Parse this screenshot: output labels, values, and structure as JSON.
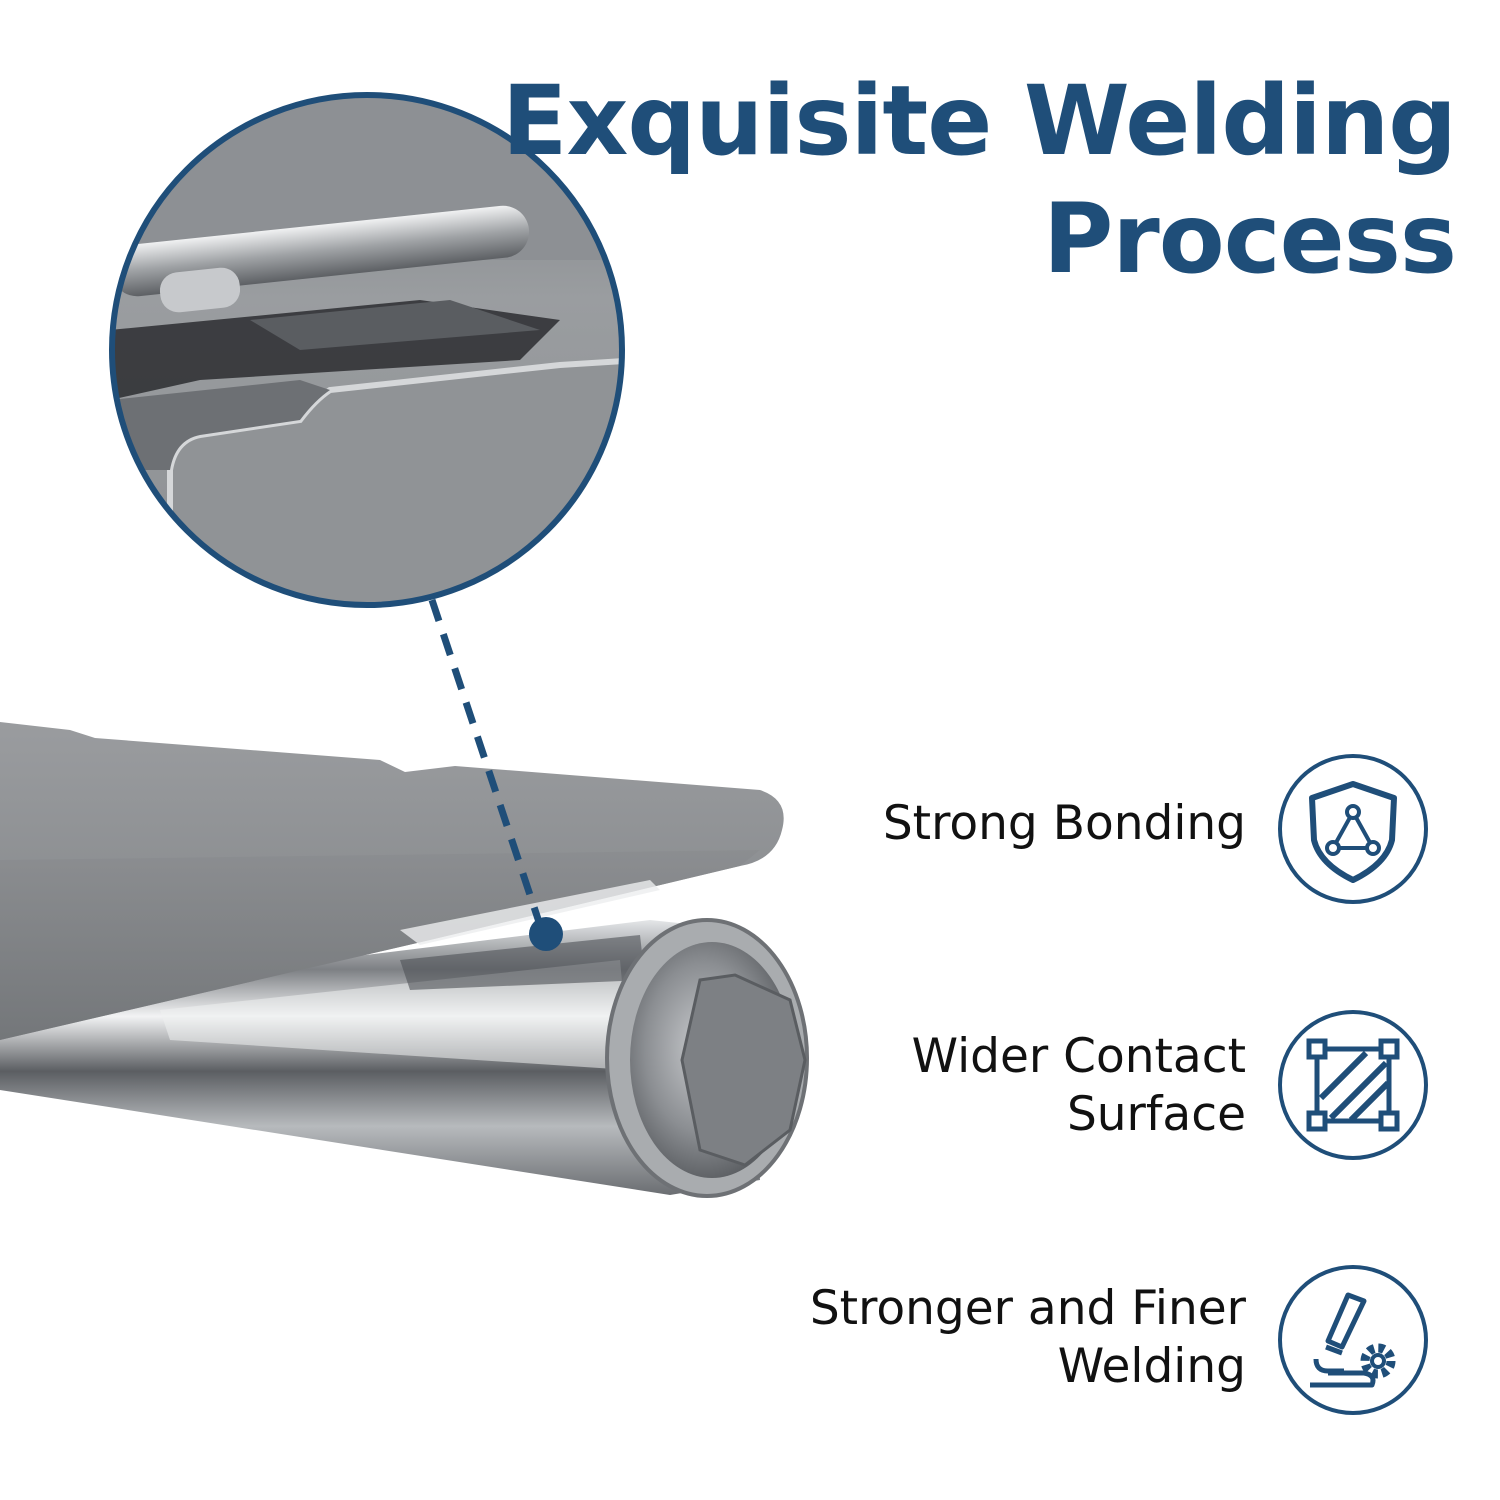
{
  "title": {
    "line1": "Exquisite Welding",
    "line2": "Process"
  },
  "colors": {
    "accent": "#1f4e79",
    "text": "#111111",
    "metal": "#8a8d90"
  },
  "features": [
    {
      "lines": [
        "Strong Bonding"
      ],
      "icon": "shield-triangle-icon"
    },
    {
      "lines": [
        "Wider Contact",
        "Surface"
      ],
      "icon": "contact-surface-icon"
    },
    {
      "lines": [
        "Stronger and Finer",
        "Welding"
      ],
      "icon": "welding-gear-icon"
    }
  ]
}
